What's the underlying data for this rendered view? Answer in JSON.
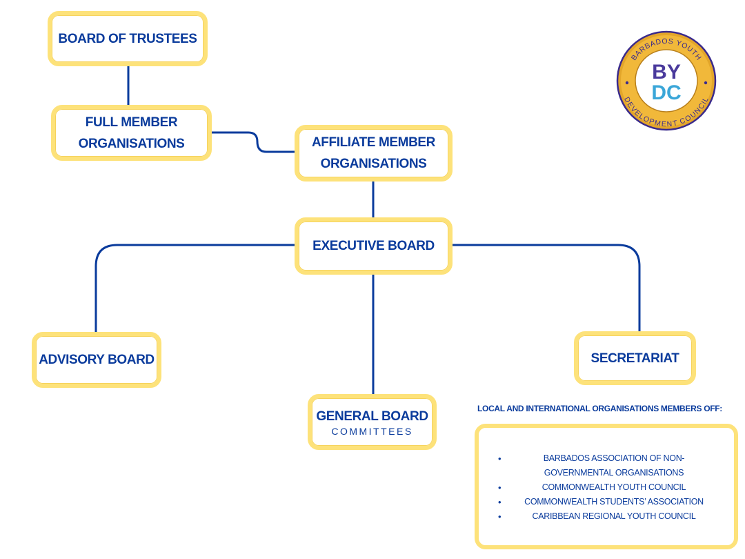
{
  "nodes": {
    "board_of_trustees": "BOARD OF TRUSTEES",
    "full_member_1": "FULL MEMBER",
    "full_member_2": "ORGANISATIONS",
    "affiliate_member_1": "AFFILIATE MEMBER",
    "affiliate_member_2": "ORGANISATIONS",
    "executive_board": "EXECUTIVE BOARD",
    "advisory_board": "ADVISORY BOARD",
    "secretariat": "SECRETARIAT",
    "general_board": "GENERAL BOARD",
    "general_board_sub": "COMMITTEES"
  },
  "members": {
    "title": "LOCAL AND INTERNATIONAL ORGANISATIONS MEMBERS OFF:",
    "items": [
      "BARBADOS ASSOCIATION OF  NON-",
      "GOVERNMENTAL ORGANISATIONS",
      "COMMONWEALTH YOUTH COUNCIL",
      "COMMONWEALTH STUDENTS’ ASSOCIATION",
      "CARIBBEAN REGIONAL YOUTH COUNCIL"
    ]
  },
  "logo": {
    "ring_top": "BARBADOS YOUTH",
    "ring_bottom": "DEVELOPMENT COUNCIL",
    "monogram_1": "BY",
    "monogram_2": "DC"
  },
  "colors": {
    "navy": "#0a3b9c",
    "yellow_border": "#fde27a",
    "logo_gold": "#e3a62a",
    "logo_purple": "#3a2a8c"
  }
}
